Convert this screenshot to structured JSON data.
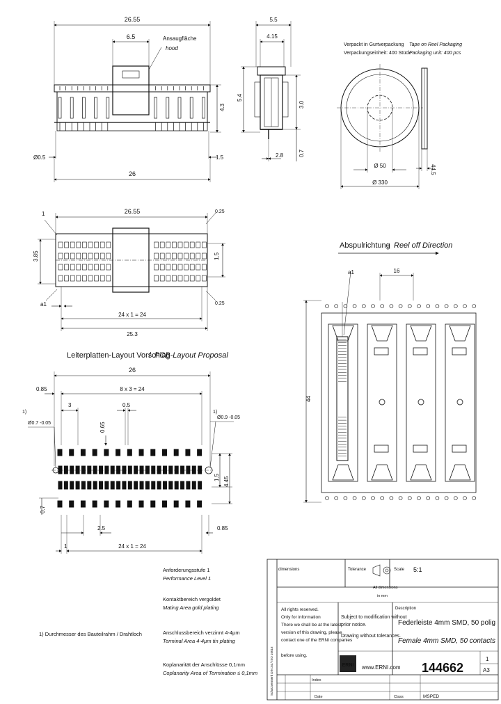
{
  "top_view": {
    "dim_overall": "26.55",
    "dim_pitch": "6.5",
    "hood_label_de": "Ansaugfläche",
    "hood_label_en": "hood",
    "dim_height": "4.3",
    "dim_dia": "Ø0.5",
    "dim_width": "26",
    "dim_right": "1.5"
  },
  "side_view": {
    "dim_5_5": "5.5",
    "dim_4_15": "4.15",
    "dim_5_4": "5.4",
    "dim_3_0": "3.0",
    "dim_0_7": "0.7",
    "dim_2_8": "2.8"
  },
  "packaging": {
    "line1_de": "Verpackt in Gurtverpackung",
    "line1_en": "Tape on Reel Packaging",
    "line2_de": "Verpackungseinheit: 400 Stück",
    "line2_en": "Packaging unit: 400 pcs",
    "dim_core": "Ø 50",
    "dim_reel": "Ø 330",
    "dim_width": "44.5"
  },
  "plan_view": {
    "dim_overall": "26.55",
    "dim_3_85": "3.85",
    "dim_1_5": "1.5",
    "dim_0_25_top": "0.25",
    "dim_0_25_bot": "0.25",
    "dim_pitch_total": "24 x 1 = 24",
    "dim_25_3": "25.3",
    "label_a1": "a1",
    "label_1": "1"
  },
  "reel_direction": {
    "title_de": "Abspulrichtung",
    "title_en": "Reel off Direction",
    "label_a1": "a1",
    "dim_pitch": "16",
    "dim_width": "44"
  },
  "pcb_layout": {
    "title_de": "Leiterplatten-Layout Vorschlag",
    "title_en": "PCB-Layout Proposal",
    "dim_total": "26",
    "dim_0_85": "0.85",
    "dim_8x3": "8 x 3 = 24",
    "dim_3": "3",
    "dim_0_5": "0.5",
    "dim_0_65": "0.65",
    "dim_hole_left": "Ø0.7 -0.05",
    "dim_hole_right": "Ø0.9 -0.05",
    "dim_1_5": "1.5",
    "dim_4_45": "4.45",
    "dim_0_7": "0.7",
    "dim_2_5": "2.5",
    "dim_0_85_bot": "0.85",
    "dim_pitch_total": "24 x 1 = 24",
    "dim_1": "1",
    "label_1": "1)",
    "label_2": "1)"
  },
  "notes": {
    "footnote": "1) Durchmesser des Bauteilrahm / Drahtloch",
    "perf_de": "Anforderungsstufe 1",
    "perf_en": "Performance Level 1",
    "mating_de": "Kontaktbereich vergoldet",
    "mating_en": "Mating Area gold plating",
    "term_de": "Anschlussbereich verzinnt 4-4µm",
    "term_en": "Terminal Area 4-4µm tin plating",
    "coplan_de": "Koplanarität der Anschlüsse 0,1mm",
    "coplan_en": "Coplanarity Area of Termination ≤ 0,1mm"
  },
  "title_block": {
    "dimensions_label": "dimensions",
    "tolerance_label": "Tolerance",
    "scale_label": "Scale",
    "scale_value": "5:1",
    "all_dims_label": "All dimensions",
    "all_dims_unit": "in mm",
    "rights_1": "All rights reserved.",
    "rights_2": "Only for information",
    "rights_3": "There we shall be at the latest",
    "rights_4": "version of this drawing, please",
    "rights_5": "contact one of the ERNI companies",
    "rights_6": "before using.",
    "subject_1": "Subject to modification without",
    "subject_2": "prior notice.",
    "subject_3": "Drawing without tolerances.",
    "desc_label": "Description",
    "desc_de": "Federleiste 4mm SMD, 50 polig",
    "desc_en": "Female 4mm SMD, 50 contacts",
    "logo": "ERNI",
    "website": "www.ERNI.com",
    "part_number": "144662",
    "sheet_no": "1",
    "size": "A3",
    "index_label": "Index",
    "date_label": "Date",
    "class_label": "Class",
    "class_value": "MSPED",
    "vert_text": "Schutzvermerk DIN 34 / ISO 16016"
  }
}
